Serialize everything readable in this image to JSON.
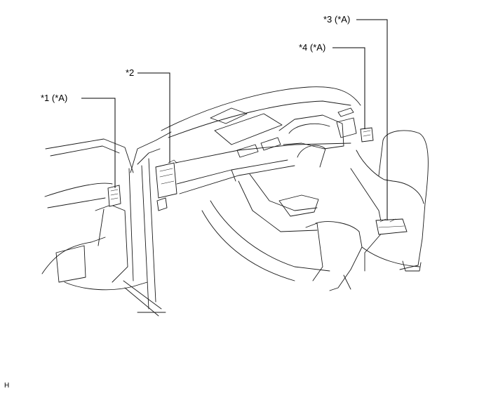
{
  "callouts": {
    "c1": "*1 (*A)",
    "c2": "*2",
    "c3": "*3 (*A)",
    "c4": "*4 (*A)"
  },
  "corner_code": "H"
}
